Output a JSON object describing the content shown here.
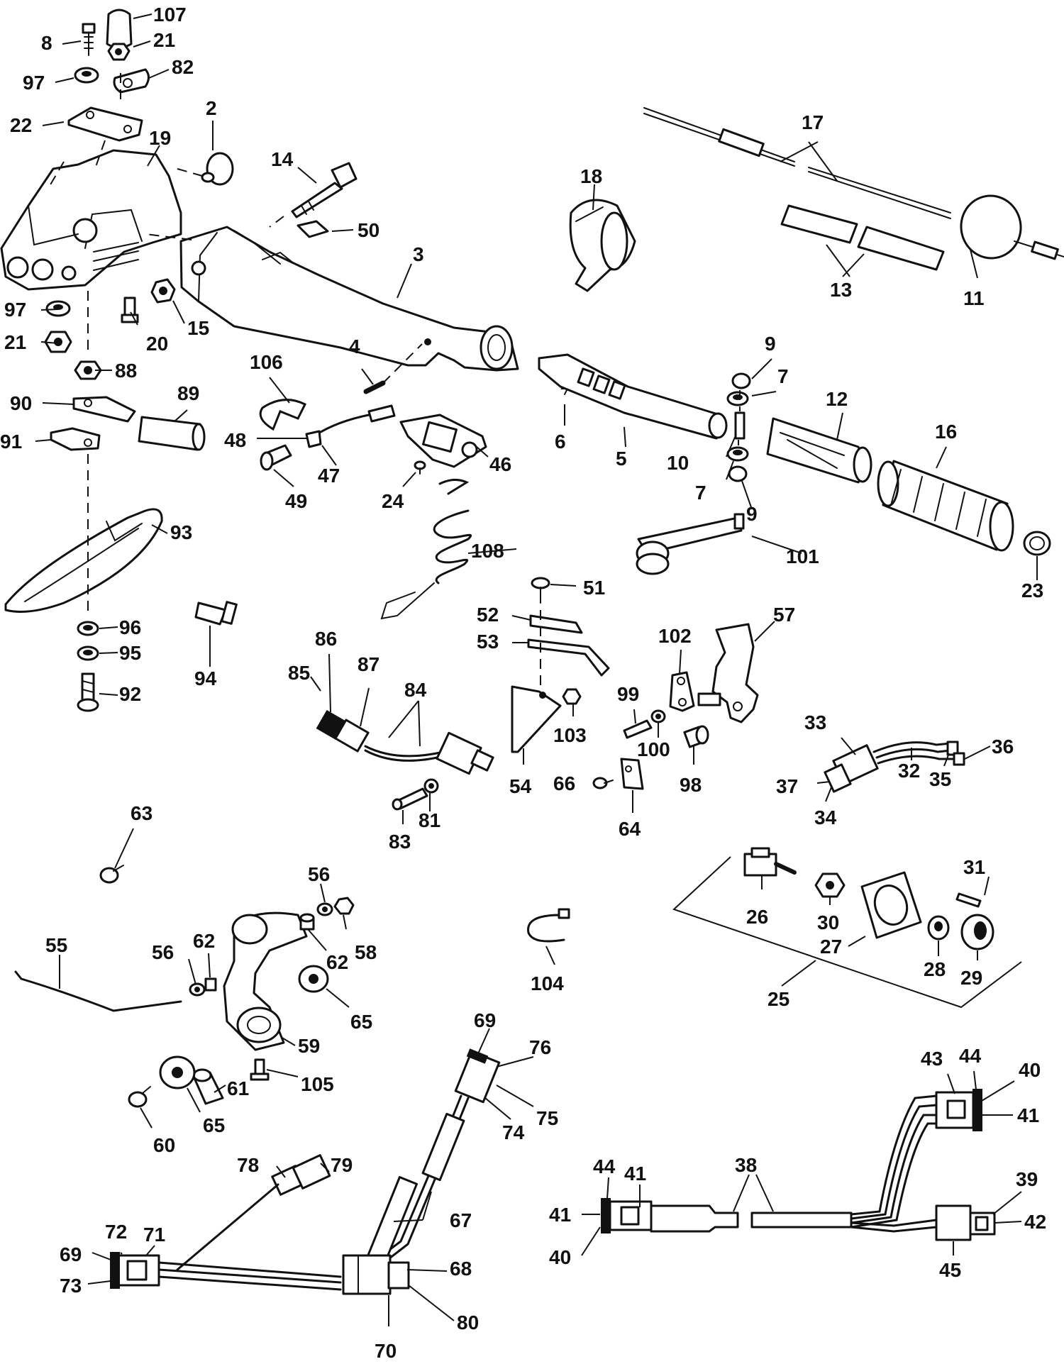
{
  "diagram": {
    "callouts": [
      "107",
      "8",
      "21",
      "82",
      "97",
      "22",
      "19",
      "2",
      "14",
      "50",
      "3",
      "18",
      "17",
      "13",
      "11",
      "97",
      "21",
      "20",
      "15",
      "88",
      "4",
      "106",
      "9",
      "7",
      "12",
      "16",
      "90",
      "89",
      "91",
      "48",
      "47",
      "49",
      "24",
      "46",
      "6",
      "5",
      "10",
      "7",
      "9",
      "93",
      "108",
      "101",
      "23",
      "51",
      "52",
      "53",
      "57",
      "102",
      "96",
      "95",
      "92",
      "94",
      "86",
      "85",
      "87",
      "84",
      "99",
      "103",
      "100",
      "98",
      "33",
      "32",
      "36",
      "37",
      "35",
      "34",
      "54",
      "66",
      "64",
      "83",
      "81",
      "63",
      "31",
      "26",
      "30",
      "27",
      "28",
      "29",
      "25",
      "56",
      "62",
      "58",
      "56",
      "62",
      "65",
      "104",
      "55",
      "59",
      "61",
      "105",
      "65",
      "60",
      "69",
      "76",
      "75",
      "74",
      "43",
      "44",
      "40",
      "41",
      "78",
      "79",
      "67",
      "38",
      "44",
      "41",
      "41",
      "39",
      "42",
      "40",
      "45",
      "72",
      "71",
      "69",
      "73",
      "68",
      "80",
      "70"
    ]
  }
}
